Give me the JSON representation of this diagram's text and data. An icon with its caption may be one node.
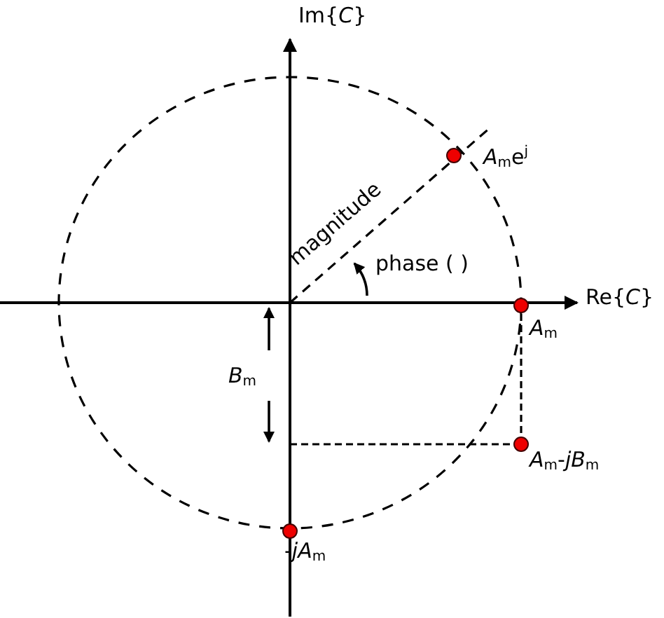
{
  "diagram": {
    "labels": [
      "Im{*C*}",
      "*A*$_{m}$e$^{j}$",
      "magnitude",
      "phase ( )",
      "Re{*C*}",
      "*A*$_{m}$",
      "*B*$_{m}$",
      "*A*$_{m}$-*jB*$_{m}$",
      "-*jA*$_{m}$"
    ]
  }
}
